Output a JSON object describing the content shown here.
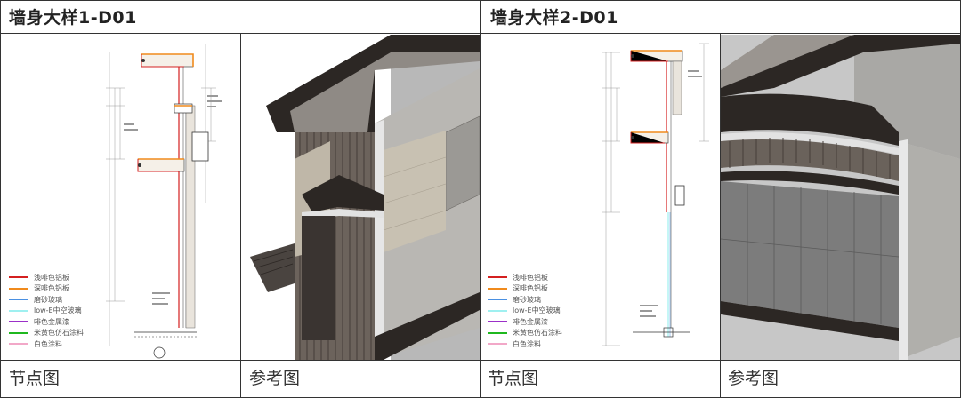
{
  "panels": [
    {
      "title": "墙身大样1-D01",
      "node_caption": "节点图",
      "ref_caption": "参考图"
    },
    {
      "title": "墙身大样2-D01",
      "node_caption": "节点图",
      "ref_caption": "参考图"
    }
  ],
  "legend": [
    {
      "label": "浅啡色铝板",
      "color": "#d42020"
    },
    {
      "label": "深啡色铝板",
      "color": "#f08a1c"
    },
    {
      "label": "磨砂玻璃",
      "color": "#4a90e2"
    },
    {
      "label": "low-E中空玻璃",
      "color": "#9ff0f0"
    },
    {
      "label": "啡色金属漆",
      "color": "#9b30c8"
    },
    {
      "label": "米黄色仿石涂料",
      "color": "#1fb81f"
    },
    {
      "label": "白色涂料",
      "color": "#f2a8c8"
    }
  ]
}
